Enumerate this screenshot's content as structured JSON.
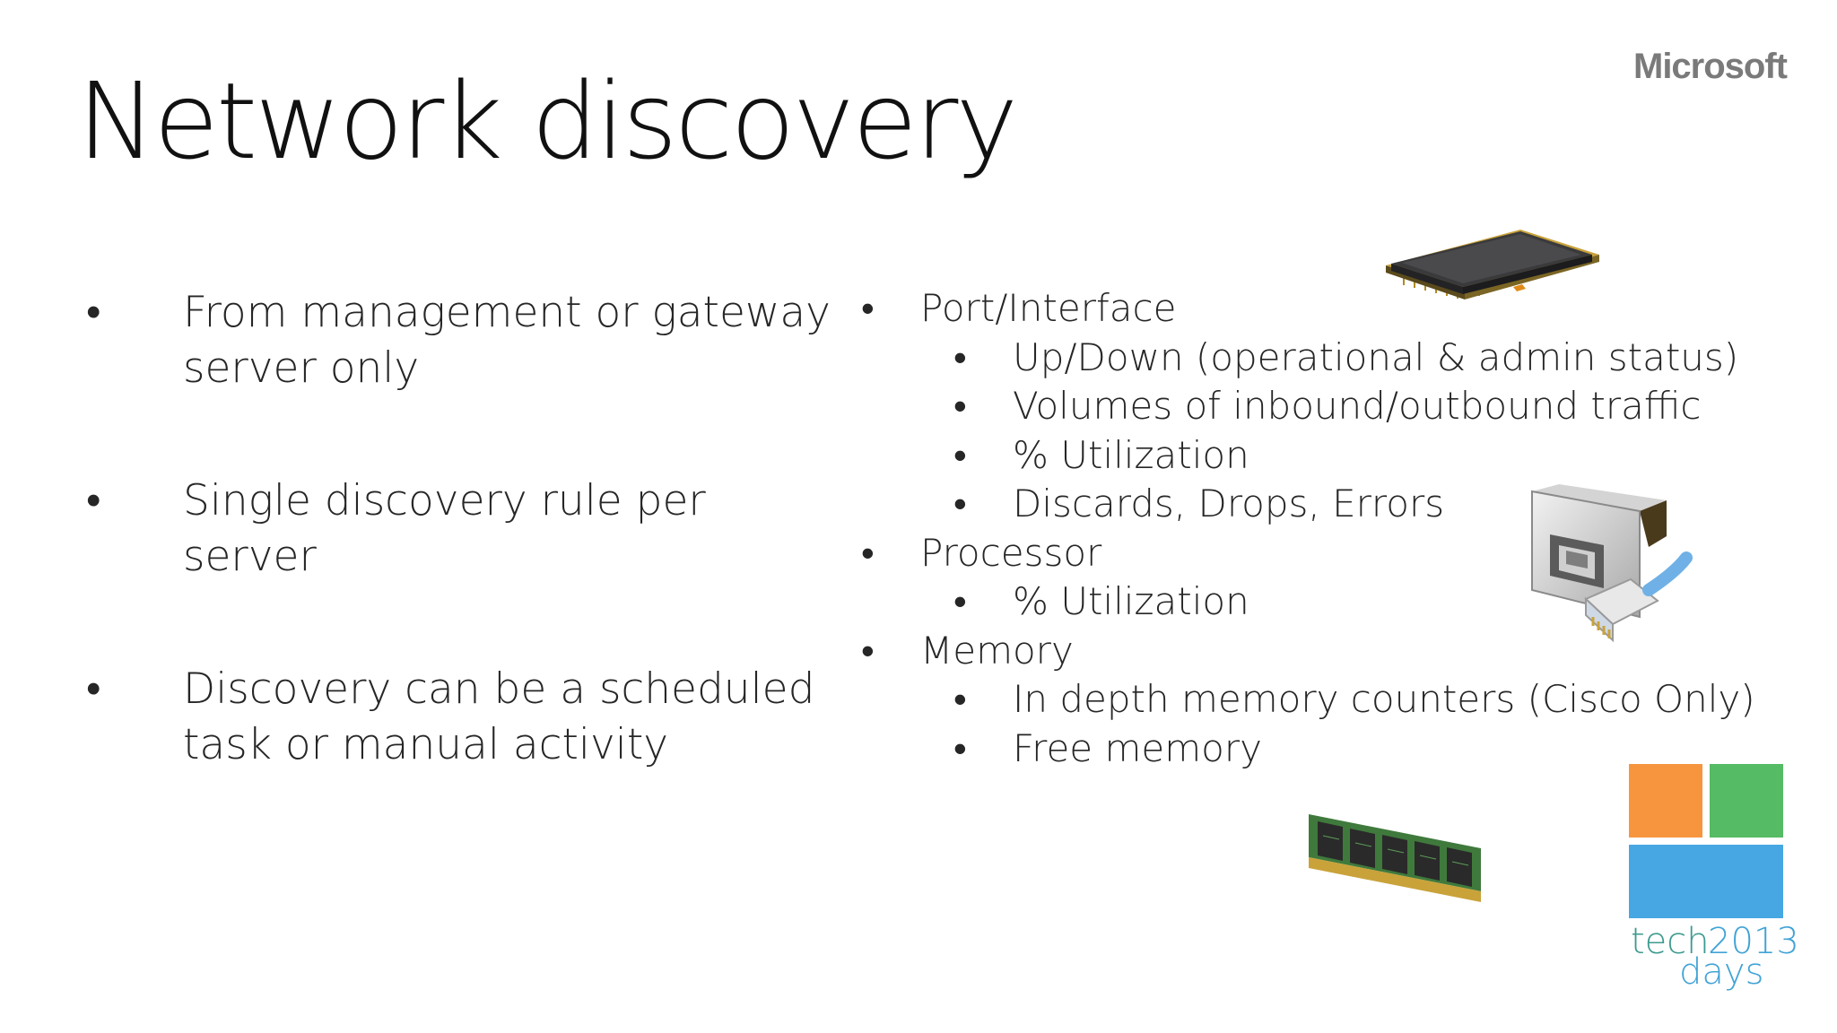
{
  "slide": {
    "title": "Network discovery",
    "brand": "Microsoft",
    "bullet_glyph": "•"
  },
  "left_bullets": [
    "From management or gateway server only",
    "Single discovery rule per server",
    "Discovery can be a scheduled task or manual activity"
  ],
  "right_list": {
    "port": {
      "label": "Port/Interface",
      "items": [
        "Up/Down (operational & admin status)",
        "Volumes of inbound/outbound traffic",
        "% Utilization",
        "Discards, Drops, Errors"
      ]
    },
    "processor": {
      "label": "Processor",
      "items": [
        "% Utilization"
      ]
    },
    "memory": {
      "label": "Memory",
      "items": [
        "In depth memory counters (Cisco Only)",
        "Free memory"
      ]
    }
  },
  "icons": [
    "cpu-chip-icon",
    "network-adapter-icon",
    "ram-module-icon"
  ],
  "event_logo": {
    "word1": "tech",
    "year": "2013",
    "word2": "days",
    "colors": {
      "orange": "#f7953f",
      "green": "#55bb64",
      "blue": "#47a7e2"
    }
  }
}
